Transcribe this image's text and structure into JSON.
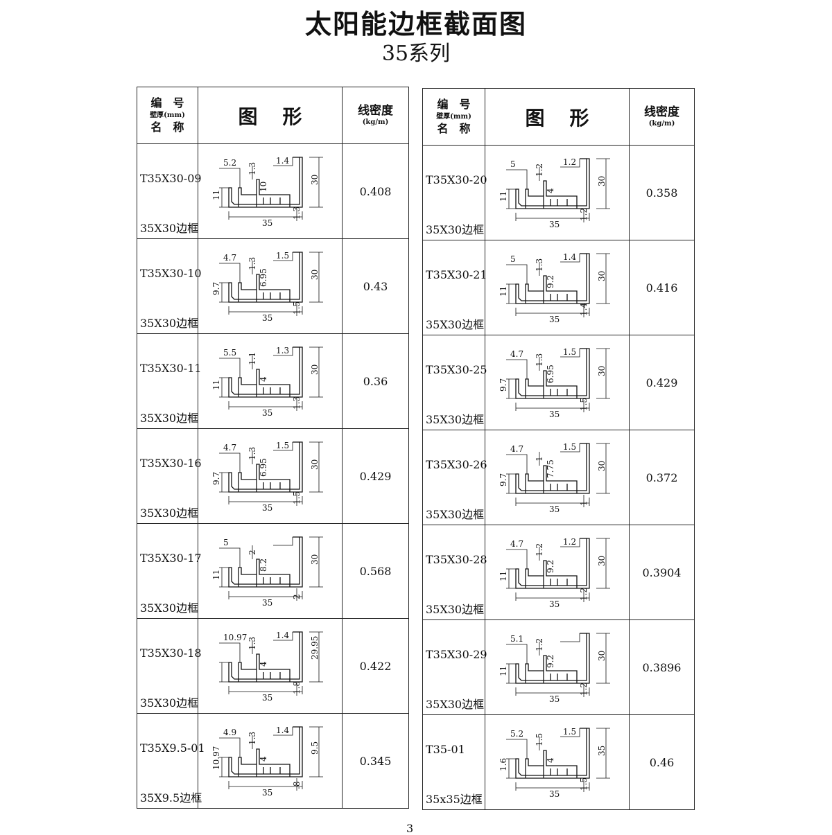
{
  "title": "太阳能边框截面图",
  "subtitle": "35系列",
  "page_number": "3",
  "header": {
    "code_line1": "编　号",
    "code_line2": "壁厚(mm)",
    "code_line3": "名　称",
    "figure": "图形",
    "density_line1": "线密度",
    "density_line2": "(kg/m)"
  },
  "left": [
    {
      "code": "T35X30-09",
      "sub": "35X30边框",
      "density": "0.408",
      "dims": {
        "a": "5.2",
        "b": "1.3",
        "c": "1.4",
        "d": "11",
        "e": "10",
        "f": "30",
        "g": "35",
        "h": "1.3"
      }
    },
    {
      "code": "T35X30-10",
      "sub": "35X30边框",
      "density": "0.43",
      "dims": {
        "a": "4.7",
        "b": "1.3",
        "c": "1.5",
        "d": "9.7",
        "e": "6.95",
        "f": "30",
        "g": "35",
        "h": "1.5"
      }
    },
    {
      "code": "T35X30-11",
      "sub": "35X30边框",
      "density": "0.36",
      "dims": {
        "a": "5.5",
        "b": "1.1",
        "c": "1.3",
        "d": "11",
        "e": "4",
        "f": "30",
        "g": "35",
        "h": "1.3"
      }
    },
    {
      "code": "T35X30-16",
      "sub": "35X30边框",
      "density": "0.429",
      "dims": {
        "a": "4.7",
        "b": "1.3",
        "c": "1.5",
        "d": "9.7",
        "e": "6.95",
        "f": "30",
        "g": "35",
        "h": "1.5"
      }
    },
    {
      "code": "T35X30-17",
      "sub": "35X30边框",
      "density": "0.568",
      "dims": {
        "a": "5",
        "b": "2",
        "c": "",
        "d": "11",
        "e": "8.2",
        "f": "30",
        "g": "35",
        "h": "2"
      }
    },
    {
      "code": "T35X30-18",
      "sub": "35X30边框",
      "density": "0.422",
      "dims": {
        "a": "10.97",
        "b": "1.3",
        "c": "1.4",
        "d": "",
        "e": "4",
        "f": "29.95",
        "g": "35",
        "h": "1.8"
      }
    },
    {
      "code": "T35X9.5-01",
      "sub": "35X9.5边框",
      "density": "0.345",
      "dims": {
        "a": "4.9",
        "b": "1.3",
        "c": "1.4",
        "d": "10.97",
        "e": "4",
        "f": "9.5",
        "g": "35",
        "h": ".8"
      }
    }
  ],
  "right": [
    {
      "code": "T35X30-20",
      "sub": "35X30边框",
      "density": "0.358",
      "dims": {
        "a": "5",
        "b": "1.2",
        "c": "1.2",
        "d": "11",
        "e": "4",
        "f": "30",
        "g": "35",
        "h": "1.2"
      }
    },
    {
      "code": "T35X30-21",
      "sub": "35X30边框",
      "density": "0.416",
      "dims": {
        "a": "5",
        "b": "1.3",
        "c": "1.4",
        "d": "11",
        "e": "9.2",
        "f": "30",
        "g": "35",
        "h": "1.4"
      }
    },
    {
      "code": "T35X30-25",
      "sub": "35X30边框",
      "density": "0.429",
      "dims": {
        "a": "4.7",
        "b": "1.3",
        "c": "1.5",
        "d": "9.7",
        "e": "6.95",
        "f": "30",
        "g": "35",
        "h": "1.5"
      }
    },
    {
      "code": "T35X30-26",
      "sub": "35X30边框",
      "density": "0.372",
      "dims": {
        "a": "4.7",
        "b": "1",
        "c": "1.5",
        "d": "9.7",
        "e": "7.75",
        "f": "30",
        "g": "35",
        "h": "1"
      }
    },
    {
      "code": "T35X30-28",
      "sub": "35X30边框",
      "density": "0.3904",
      "dims": {
        "a": "4.7",
        "b": "1.2",
        "c": "1.2",
        "d": "11",
        "e": "9.2",
        "f": "30",
        "g": "35",
        "h": "1.2"
      }
    },
    {
      "code": "T35X30-29",
      "sub": "35X30边框",
      "density": "0.3896",
      "dims": {
        "a": "5.1",
        "b": "1.2",
        "c": "",
        "d": "11",
        "e": "9.2",
        "f": "30",
        "g": "35",
        "h": "1.2"
      }
    },
    {
      "code": "T35-01",
      "sub": "35x35边框",
      "density": "0.46",
      "dims": {
        "a": "5.2",
        "b": "1.5",
        "c": "1.5",
        "d": "1.6",
        "e": "4",
        "f": "35",
        "g": "35",
        "h": "1.5"
      }
    }
  ]
}
